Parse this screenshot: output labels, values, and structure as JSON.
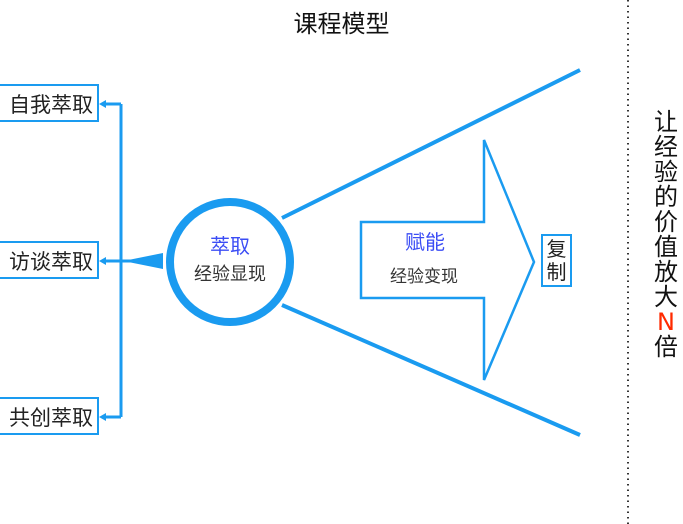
{
  "title": "课程模型",
  "extraction_methods": [
    "自我萃取",
    "访谈萃取",
    "共创萃取"
  ],
  "circle": {
    "title": "萃取",
    "subtitle": "经验显现"
  },
  "arrow": {
    "title": "赋能",
    "subtitle": "经验变现"
  },
  "copy_box": "复制",
  "side_text": [
    "让",
    "经",
    "验",
    "的",
    "价",
    "值",
    "放",
    "大",
    "N",
    "倍"
  ],
  "colors": {
    "accent": "#1a9bf0",
    "heading_blue": "#3b4df5",
    "highlight": "#ff2a00"
  }
}
